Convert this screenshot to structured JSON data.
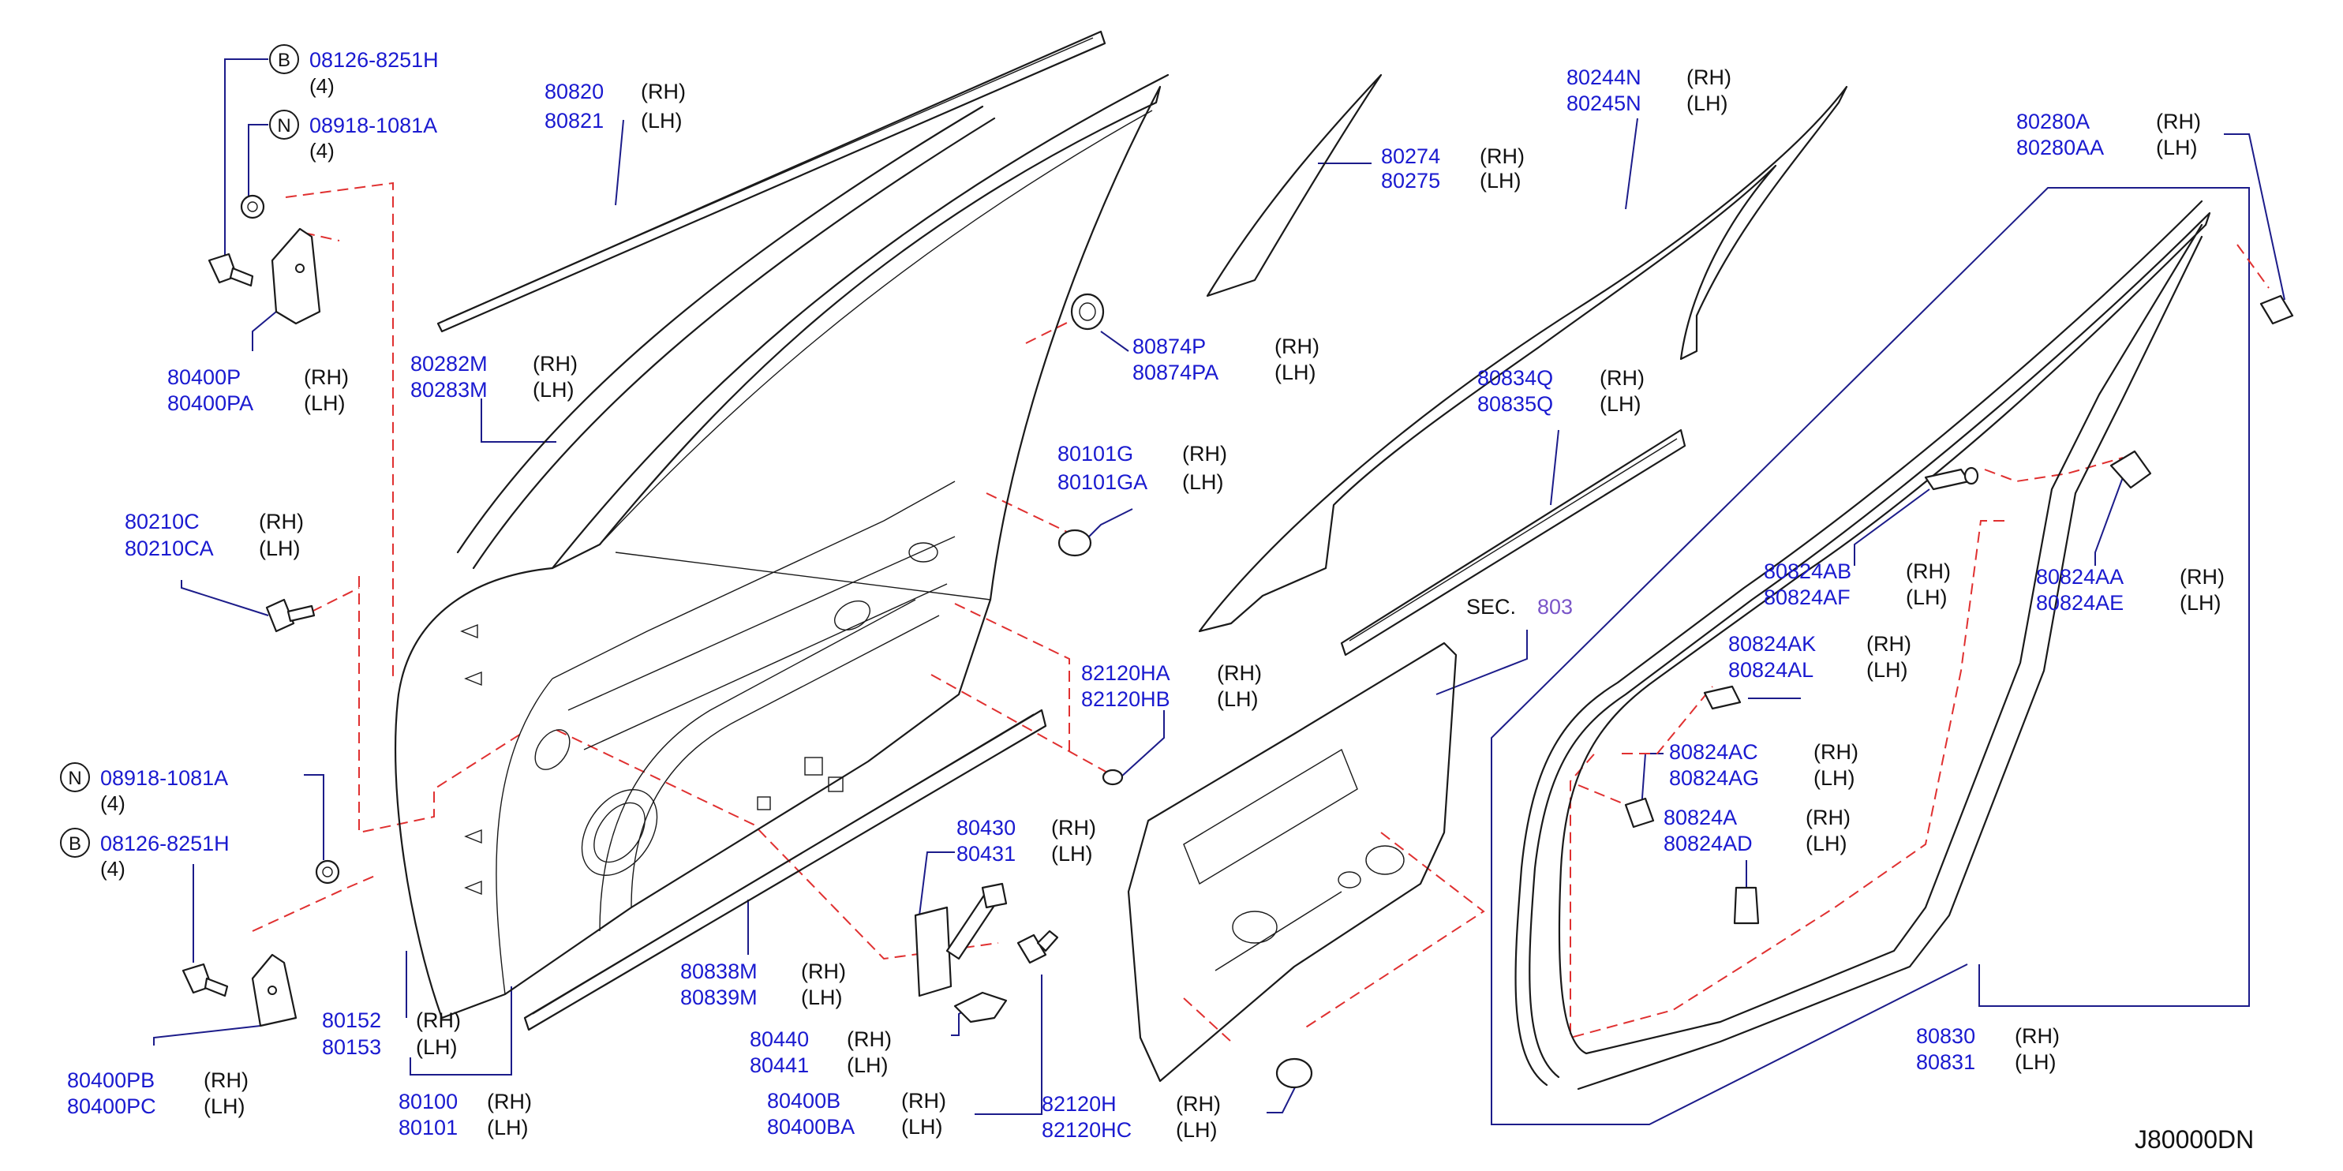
{
  "labels": [
    {
      "id": "80820",
      "pn": "80820",
      "side": "(RH)"
    },
    {
      "id": "80821",
      "pn": "80821",
      "side": "(LH)"
    },
    {
      "id": "80282M",
      "pn": "80282M",
      "side": "(RH)"
    },
    {
      "id": "80283M",
      "pn": "80283M",
      "side": "(LH)"
    },
    {
      "id": "80400P",
      "pn": "80400P",
      "side": "(RH)"
    },
    {
      "id": "80400PA",
      "pn": "80400PA",
      "side": "(LH)"
    },
    {
      "id": "80210C",
      "pn": "80210C",
      "side": "(RH)"
    },
    {
      "id": "80210CA",
      "pn": "80210CA",
      "side": "(LH)"
    },
    {
      "id": "80400PB",
      "pn": "80400PB",
      "side": "(RH)"
    },
    {
      "id": "80400PC",
      "pn": "80400PC",
      "side": "(LH)"
    },
    {
      "id": "80152",
      "pn": "80152",
      "side": "(RH)"
    },
    {
      "id": "80153",
      "pn": "80153",
      "side": "(LH)"
    },
    {
      "id": "80100",
      "pn": "80100",
      "side": "(RH)"
    },
    {
      "id": "80101",
      "pn": "80101",
      "side": "(LH)"
    },
    {
      "id": "80838M",
      "pn": "80838M",
      "side": "(RH)"
    },
    {
      "id": "80839M",
      "pn": "80839M",
      "side": "(LH)"
    },
    {
      "id": "80430",
      "pn": "80430",
      "side": "(RH)"
    },
    {
      "id": "80431",
      "pn": "80431",
      "side": "(LH)"
    },
    {
      "id": "80440",
      "pn": "80440",
      "side": "(RH)"
    },
    {
      "id": "80441",
      "pn": "80441",
      "side": "(LH)"
    },
    {
      "id": "80400B",
      "pn": "80400B",
      "side": "(RH)"
    },
    {
      "id": "80400BA",
      "pn": "80400BA",
      "side": "(LH)"
    },
    {
      "id": "82120H",
      "pn": "82120H",
      "side": "(RH)"
    },
    {
      "id": "82120HC",
      "pn": "82120HC",
      "side": "(LH)"
    },
    {
      "id": "80274",
      "pn": "80274",
      "side": "(RH)"
    },
    {
      "id": "80275",
      "pn": "80275",
      "side": "(LH)"
    },
    {
      "id": "80874P",
      "pn": "80874P",
      "side": "(RH)"
    },
    {
      "id": "80874PA",
      "pn": "80874PA",
      "side": "(LH)"
    },
    {
      "id": "80101G",
      "pn": "80101G",
      "side": "(RH)"
    },
    {
      "id": "80101GA",
      "pn": "80101GA",
      "side": "(LH)"
    },
    {
      "id": "82120HA",
      "pn": "82120HA",
      "side": "(RH)"
    },
    {
      "id": "82120HB",
      "pn": "82120HB",
      "side": "(LH)"
    },
    {
      "id": "80244N",
      "pn": "80244N",
      "side": "(RH)"
    },
    {
      "id": "80245N",
      "pn": "80245N",
      "side": "(LH)"
    },
    {
      "id": "80834Q",
      "pn": "80834Q",
      "side": "(RH)"
    },
    {
      "id": "80835Q",
      "pn": "80835Q",
      "side": "(LH)"
    },
    {
      "id": "80280A",
      "pn": "80280A",
      "side": "(RH)"
    },
    {
      "id": "80280AA",
      "pn": "80280AA",
      "side": "(LH)"
    },
    {
      "id": "80824AB",
      "pn": "80824AB",
      "side": "(RH)"
    },
    {
      "id": "80824AF",
      "pn": "80824AF",
      "side": "(LH)"
    },
    {
      "id": "80824AA",
      "pn": "80824AA",
      "side": "(RH)"
    },
    {
      "id": "80824AE",
      "pn": "80824AE",
      "side": "(LH)"
    },
    {
      "id": "80824AK",
      "pn": "80824AK",
      "side": "(RH)"
    },
    {
      "id": "80824AL",
      "pn": "80824AL",
      "side": "(LH)"
    },
    {
      "id": "80824AC",
      "pn": "80824AC",
      "side": "(RH)"
    },
    {
      "id": "80824AG",
      "pn": "80824AG",
      "side": "(LH)"
    },
    {
      "id": "80824A",
      "pn": "80824A",
      "side": "(RH)"
    },
    {
      "id": "80824AD",
      "pn": "80824AD",
      "side": "(LH)"
    },
    {
      "id": "80830",
      "pn": "80830",
      "side": "(RH)"
    },
    {
      "id": "80831",
      "pn": "80831",
      "side": "(LH)"
    }
  ],
  "fasteners": [
    {
      "id": "b_top",
      "letter": "B",
      "pn": "08126-8251H",
      "qty": "(4)"
    },
    {
      "id": "n_top",
      "letter": "N",
      "pn": "08918-1081A",
      "qty": "(4)"
    },
    {
      "id": "n_bot",
      "letter": "N",
      "pn": "08918-1081A",
      "qty": "(4)"
    },
    {
      "id": "b_bot",
      "letter": "B",
      "pn": "08126-8251H",
      "qty": "(4)"
    }
  ],
  "section_ref": {
    "prefix": "SEC.",
    "number": "803"
  },
  "diagram_code": "J80000DN",
  "colors": {
    "part_number": "#1a1ad0",
    "section_number": "#7a55c8",
    "leader": "#1c1c8a",
    "hidden_line": "#e03030",
    "linework": "#1a1a1a"
  }
}
